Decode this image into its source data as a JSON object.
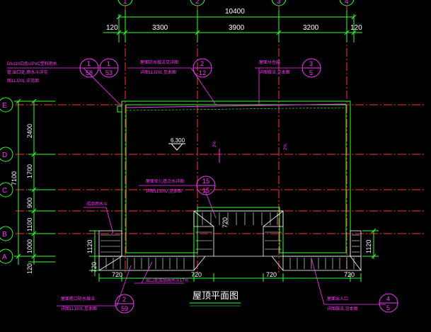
{
  "drawing": {
    "title": "屋顶平面图",
    "colors": {
      "background": "#000000",
      "wall": "#33ff33",
      "dimension": "#33ff33",
      "text": "#ffffff",
      "annotation": "#ff33ff",
      "axis": "#ff3333",
      "hatch": "#ffffff",
      "bubble": "#ff33ff"
    },
    "grid_axes_top": [
      "1",
      "2",
      "3",
      "4"
    ],
    "grid_axes_left": [
      "E",
      "D",
      "C",
      "B",
      "A"
    ],
    "top_dims": {
      "overall": "10400",
      "ext_left": "120",
      "ext_right": "120",
      "segments": [
        "3300",
        "3900",
        "3200"
      ]
    },
    "left_dims": {
      "overall": "7100",
      "segments": [
        "2400",
        "1700",
        "900",
        "1100",
        "1000",
        "120"
      ]
    },
    "right_dims": [
      "1120"
    ],
    "left_lower_dims": [
      "1120",
      "720"
    ],
    "bottom_dims": [
      "720",
      "720",
      "720",
      "720"
    ],
    "center_dims": [
      "720"
    ],
    "elevation": "6.300",
    "slope": "2%",
    "slope_side": "2%",
    "notes": {
      "pvc_pipe": "DN110白色UPVC塑料雨水",
      "pvc_pipe_2": "管,出口处,雨水斗详见",
      "pvc_pipe_3": "图11J201,详见图",
      "top_mid": "屋面防水做法见详图",
      "top_mid_2": "详图11J201,见本图",
      "top_right": "屋面分仓缝",
      "top_right_2": "详图做法,见本图",
      "mid_callout": "屋面女儿墙泛水详图",
      "mid_callout_2": "详图11J202,见本图",
      "left_small": "成品雨水斗",
      "bottom_left": "屋面檐口防水做法",
      "bottom_left_2": "详图11J201,见本图",
      "bottom_mid": "出口处成品雨水斗17号",
      "bottom_right": "屋面出入口",
      "bottom_right_2": "详图做法,见本图"
    },
    "bubbles": [
      {
        "id": "b1",
        "top": "1",
        "bottom": "58"
      },
      {
        "id": "b2",
        "top": "1",
        "bottom": "53"
      },
      {
        "id": "b3",
        "top": "2",
        "bottom": "12"
      },
      {
        "id": "b4",
        "top": "3",
        "bottom": "5"
      },
      {
        "id": "b5",
        "top": "15",
        "bottom": "15"
      },
      {
        "id": "b6",
        "top": "2",
        "bottom": "59"
      },
      {
        "id": "b7",
        "top": "4",
        "bottom": "5"
      }
    ]
  }
}
